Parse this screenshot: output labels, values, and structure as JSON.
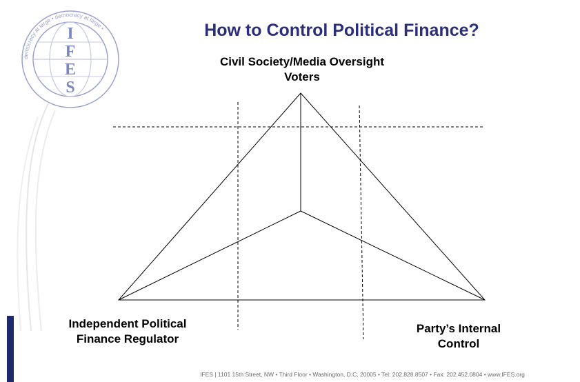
{
  "title": "How to Control Political Finance?",
  "top_label": {
    "line1": "Civil Society/Media Oversight",
    "line2": "Voters"
  },
  "bottom_left_label": {
    "line1": "Independent Political",
    "line2": "Finance Regulator"
  },
  "bottom_right_label": {
    "line1": "Party’s Internal",
    "line2": "Control"
  },
  "logo": {
    "letters": [
      "I",
      "F",
      "E",
      "S"
    ],
    "ring_text": "democracy at large • democracy at large •"
  },
  "footer": "IFES | 1101 15th Street, NW • Third Floor • Washington, D.C. 20005 • Tel: 202.828.8507 • Fax: 202.452.0804 • www.IFES.org",
  "colors": {
    "title": "#2b2f7a",
    "logo": "#7d86c0",
    "sidebar": "#1f2a6b"
  }
}
